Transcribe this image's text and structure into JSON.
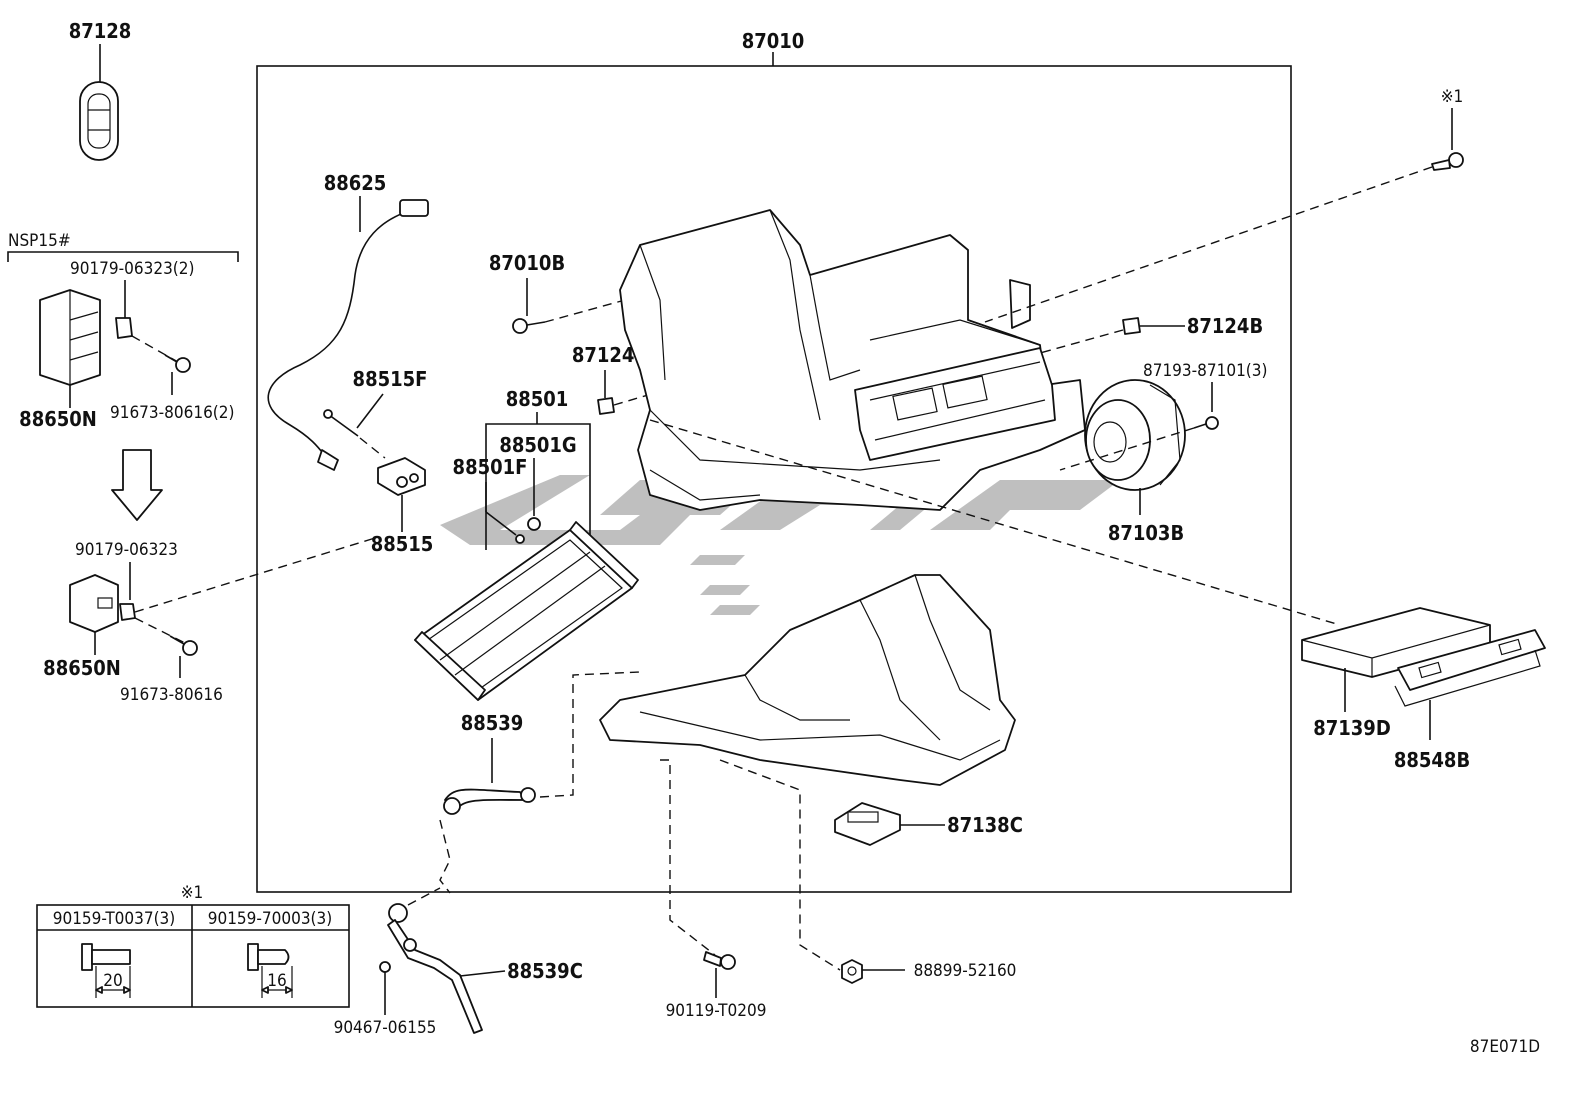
{
  "diagram": {
    "assembly_label": "87010",
    "variant_label": "NSP15#",
    "drawing_code": "87E071D",
    "note_mark": "※1",
    "labels": {
      "p87128": "87128",
      "p88625": "88625",
      "p87010B": "87010B",
      "p87124B_right": "87124B",
      "p87124B_left": "87124B",
      "p87193": "87193-87101(3)",
      "p88515F": "88515F",
      "p88501": "88501",
      "p88501G": "88501G",
      "p88501F": "88501F",
      "p88515": "88515",
      "p87103B": "87103B",
      "p90179_2": "90179-06323(2)",
      "p91673_2": "91673-80616(2)",
      "p88650N_top": "88650N",
      "p90179": "90179-06323",
      "p91673": "91673-80616",
      "p88650N_bottom": "88650N",
      "p88539": "88539",
      "p87139D": "87139D",
      "p88548B": "88548B",
      "p87138C": "87138C",
      "p88539C": "88539C",
      "p90467": "90467-06155",
      "p90119": "90119-T0209",
      "p88899": "88899-52160"
    },
    "fastener_table": {
      "col1_header": "90159-T0037(3)",
      "col2_header": "90159-70003(3)",
      "col1_dim": "20",
      "col2_dim": "16"
    }
  }
}
